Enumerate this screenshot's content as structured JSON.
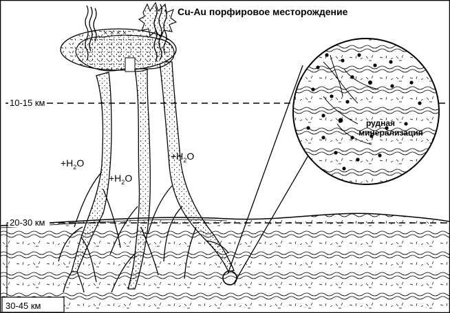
{
  "title": "Cu-Au порфировое месторождение",
  "depths": {
    "d1": "10-15 км",
    "d2": "20-30 км",
    "d3": "30-45 км"
  },
  "water": {
    "plus": "+H",
    "sub": "2",
    "o": "O"
  },
  "inset": {
    "line1": "рудная",
    "line2": "минерализация"
  },
  "colors": {
    "ink": "#000000",
    "paper": "#ffffff"
  }
}
